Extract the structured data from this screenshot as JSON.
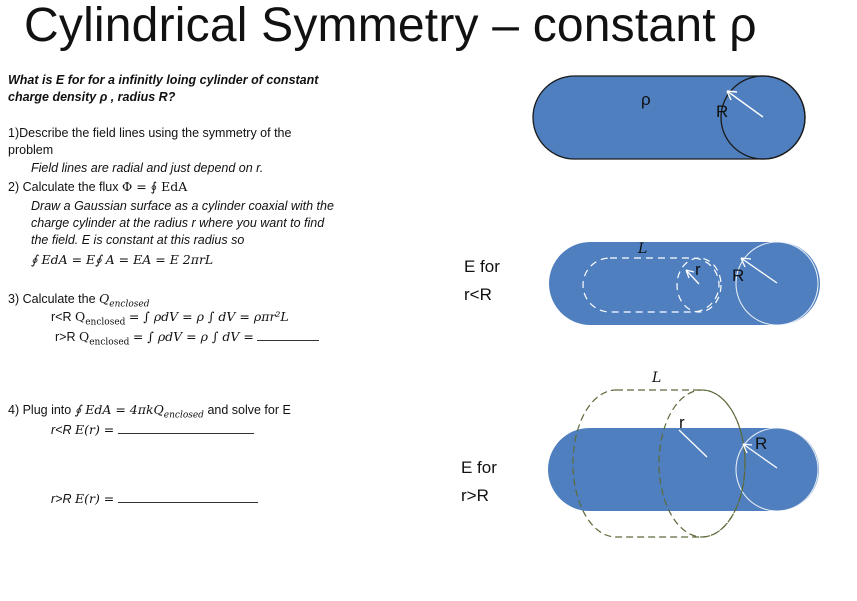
{
  "title": "Cylindrical Symmetry – constant ρ",
  "question": "What is E for for a infinitly loing  cylinder of constant charge density ρ , radius R?",
  "step1": {
    "heading_line1": "1)Describe  the field lines using the symmetry of the",
    "heading_line2": "problem",
    "answer": "Field lines are radial and just depend on r."
  },
  "step2": {
    "heading": "2) Calculate the flux",
    "flux_formula": "Φ = ∮ EdA",
    "line1": "Draw a Gaussian surface as a cylinder coaxial with the",
    "line2": "charge cylinder  at the radius r where you want to find",
    "line3": "the field. E is constant at this radius so",
    "equation": "∮ EdA = E∮ A = EA = E 2πrL"
  },
  "step3": {
    "heading": "3) Calculate the",
    "q_symbol": "Q",
    "q_sub": "enclosed",
    "case1_label": "r<R",
    "case1_eq": "= ∫ ρdV = ρ ∫ dV = ρπr²L",
    "case2_label": "r>R",
    "case2_eq": "= ∫ ρdV = ρ ∫ dV ="
  },
  "step4": {
    "heading_pre": "4) Plug into",
    "heading_eq": "∮ EdA = 4πkQ",
    "heading_sub": "enclosed",
    "heading_post": "and solve for E",
    "case1_label": "r<R",
    "case1_eq": "E(r) =",
    "case2_label": "r>R",
    "case2_eq": "E(r) ="
  },
  "diagram_labels": {
    "rho": "ρ",
    "R": "R",
    "r": "r",
    "L": "L",
    "e_inside_line1": "E for",
    "e_inside_line2": "r<R",
    "e_outside_line1": "E for",
    "e_outside_line2": "r>R"
  },
  "colors": {
    "cylinder_fill": "#4f7fbf",
    "gaussian_outside_stroke": "#5c6b3a",
    "text": "#111111"
  }
}
